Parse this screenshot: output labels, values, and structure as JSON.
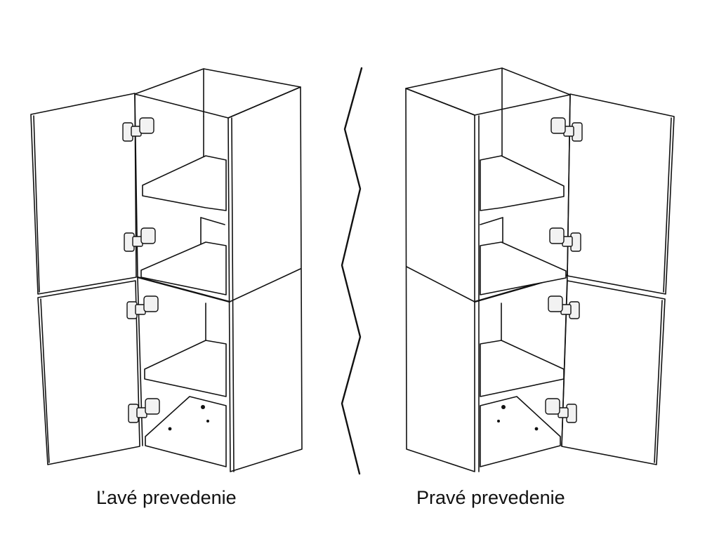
{
  "captions": {
    "left": "Ľavé prevedenie",
    "right": "Pravé prevedenie"
  },
  "drawing": {
    "subject": "two stacked cabinet units with open hinged doors, mirrored left and right versions",
    "left_version_door_side": "left",
    "right_version_door_side": "right",
    "hinges_per_door": 2,
    "doors_per_cabinet": 2
  },
  "colors": {
    "line": "#111111",
    "background": "#ffffff"
  }
}
